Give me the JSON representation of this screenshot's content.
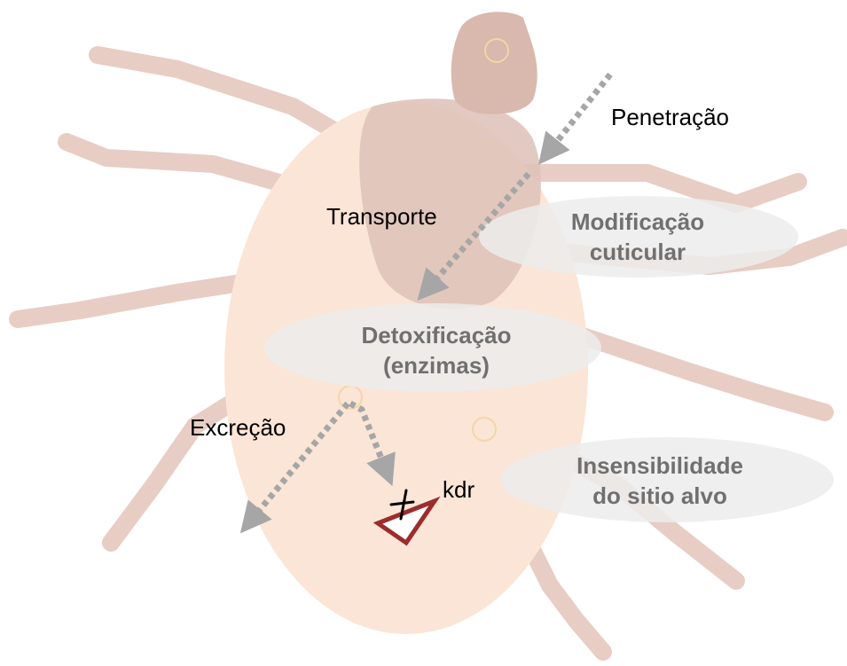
{
  "labels": {
    "penetration": "Penetração",
    "transport": "Transporte",
    "excretion": "Excreção",
    "kdr": "kdr",
    "cuticular": [
      "Modificação",
      "cuticular"
    ],
    "detox": [
      "Detoxificação",
      "(enzimas)"
    ],
    "insensitivity": [
      "Insensibilidade",
      "do sitio alvo"
    ]
  },
  "colors": {
    "tick_legs": "#e8cdc4",
    "tick_body": "#fbe5d6",
    "tick_scutum": "#dfc3ba",
    "capitulum": "#d9b8ae",
    "ellipse_fill": "#ececec",
    "arrow_gray": "#a6a6a6",
    "receptor_red": "#9b2d2d",
    "text_dark": "#000000",
    "text_gray": "#707070"
  },
  "icons": [
    "tick-silhouette",
    "dotted-arrow",
    "receptor-chevron",
    "blocked-cross"
  ]
}
